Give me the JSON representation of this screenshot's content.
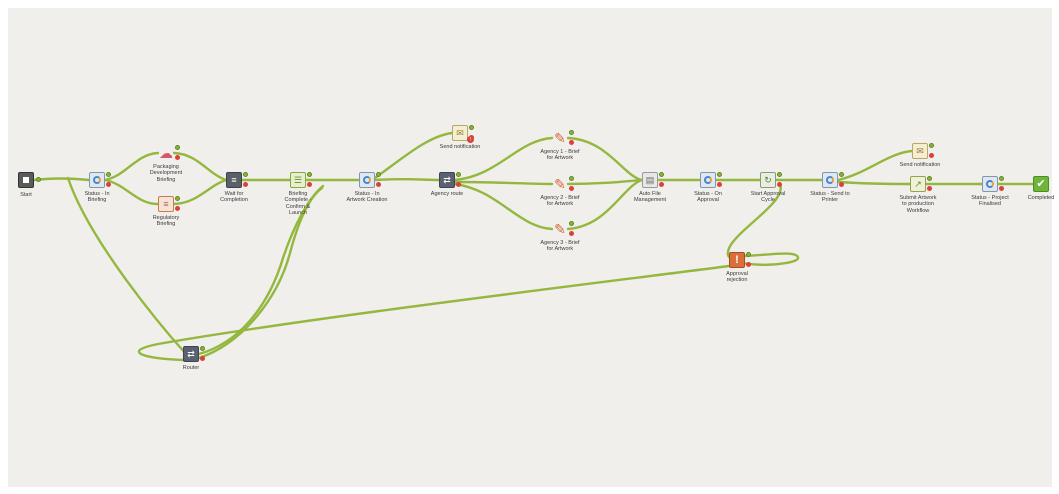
{
  "nodes": [
    {
      "key": "start",
      "label": "Start",
      "icon": "start-icon"
    },
    {
      "key": "status_briefing",
      "label": "Status - In\nBriefing",
      "icon": "status-icon"
    },
    {
      "key": "packaging",
      "label": "Packaging\nDevelopment\nBriefing",
      "icon": "cloud-icon"
    },
    {
      "key": "regulatory",
      "label": "Regulatory\nBriefing",
      "icon": "brief-icon"
    },
    {
      "key": "wait",
      "label": "Wait for\nCompletion",
      "icon": "wait-icon"
    },
    {
      "key": "briefing_complete",
      "label": "Briefing\nComplete -\nConfirm &\nLaunch",
      "icon": "checklist-icon"
    },
    {
      "key": "status_artwork",
      "label": "Status - In\nArtwork Creation",
      "icon": "status-icon"
    },
    {
      "key": "send_notification_1",
      "label": "Send notification",
      "icon": "mail-icon"
    },
    {
      "key": "agency_route",
      "label": "Agency route",
      "icon": "router-icon"
    },
    {
      "key": "agency1",
      "label": "Agency 1 - Brief\nfor Artwork",
      "icon": "brush-icon"
    },
    {
      "key": "agency2",
      "label": "Agency 2 - Brief\nfor Artwork",
      "icon": "brush-icon"
    },
    {
      "key": "agency3",
      "label": "Agency 3 - Brief\nfor Artwork",
      "icon": "brush-icon"
    },
    {
      "key": "auto_file",
      "label": "Auto File\nManagement",
      "icon": "file-icon"
    },
    {
      "key": "status_approval",
      "label": "Status - On\nApproval",
      "icon": "status-icon"
    },
    {
      "key": "start_approval",
      "label": "Start Approval\nCycle",
      "icon": "cycle-icon"
    },
    {
      "key": "approval_rejection",
      "label": "Approval\nrejection",
      "icon": "alert-icon"
    },
    {
      "key": "status_printer",
      "label": "Status - Send to\nPrinter",
      "icon": "status-icon"
    },
    {
      "key": "send_notification_2",
      "label": "Send notification",
      "icon": "mail-icon"
    },
    {
      "key": "submit_artwork",
      "label": "Submit Artwork\nto production\nWorkflow",
      "icon": "submit-icon"
    },
    {
      "key": "status_finalised",
      "label": "Status - Project\nFinalised",
      "icon": "status-icon"
    },
    {
      "key": "completed",
      "label": "Completed",
      "icon": "check-icon"
    },
    {
      "key": "router",
      "label": "Router",
      "icon": "router-icon"
    }
  ],
  "colors": {
    "edge": "#94b83f",
    "edge_dark": "#6f9230",
    "background": "#f1efec"
  }
}
